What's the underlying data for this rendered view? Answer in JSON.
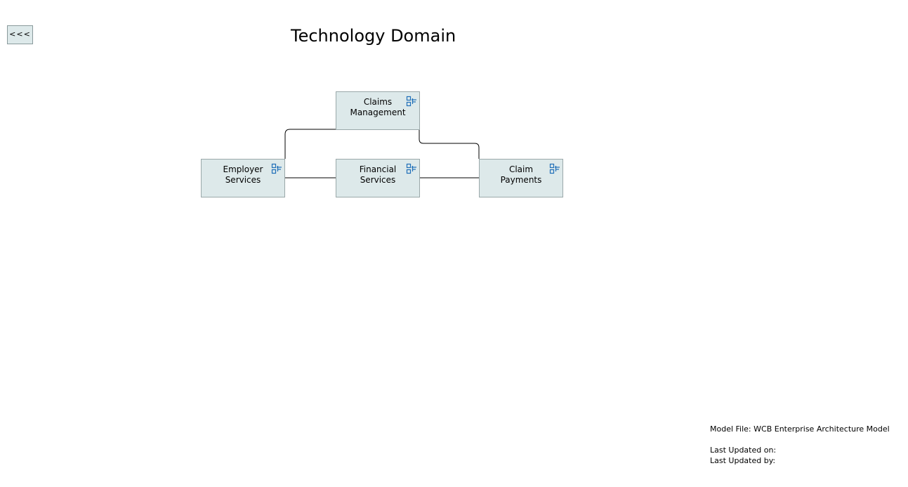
{
  "nav": {
    "back_label": "<<<"
  },
  "title": "Technology Domain",
  "diagram": {
    "nodes": [
      {
        "id": "claims-management",
        "label": "Claims\nManagement"
      },
      {
        "id": "employer-services",
        "label": "Employer\nServices"
      },
      {
        "id": "financial-services",
        "label": "Financial\nServices"
      },
      {
        "id": "claim-payments",
        "label": "Claim\nPayments"
      }
    ],
    "icon": "application-component-icon",
    "colors": {
      "node_fill": "#dde9ea",
      "icon_stroke": "#1f6fb8"
    }
  },
  "footer": {
    "model_file_label": "Model File:",
    "model_file_value": "WCB Enterprise Architecture Model",
    "last_updated_on_label": "Last Updated on:",
    "last_updated_by_label": "Last Updated by:"
  }
}
